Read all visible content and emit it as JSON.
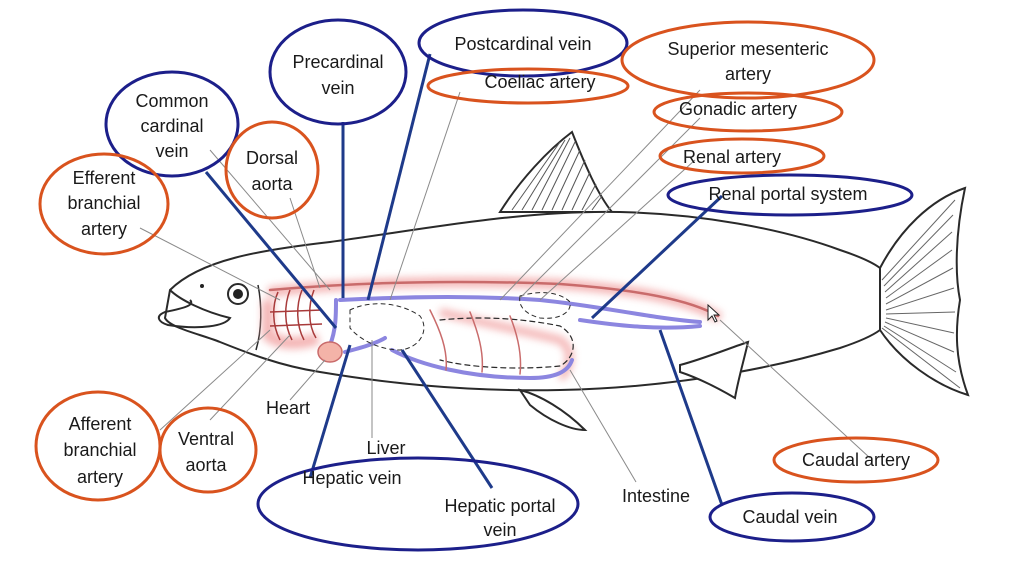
{
  "colors": {
    "artery_outline": "#d9531e",
    "vein_outline": "#1c1f8a",
    "vein_vessel": "#8c86e0",
    "artery_glow": "#f2a7a7",
    "pointer_line": "#1e3a8a",
    "fish_outline": "#2a2a2a",
    "heart_fill": "#f4b3a8"
  },
  "labels": {
    "postcardinal_vein": "Postcardinal vein",
    "coeliac_artery": "Coeliac artery",
    "superior_mesenteric_artery_l1": "Superior mesenteric",
    "superior_mesenteric_artery_l2": "artery",
    "gonadic_artery": "Gonadic artery",
    "renal_artery": "Renal artery",
    "renal_portal_system": "Renal portal system",
    "precardinal_vein_l1": "Precardinal",
    "precardinal_vein_l2": "vein",
    "common_cardinal_vein_l1": "Common",
    "common_cardinal_vein_l2": "cardinal",
    "common_cardinal_vein_l3": "vein",
    "dorsal_aorta_l1": "Dorsal",
    "dorsal_aorta_l2": "aorta",
    "efferent_branchial_artery_l1": "Efferent",
    "efferent_branchial_artery_l2": "branchial",
    "efferent_branchial_artery_l3": "artery",
    "afferent_branchial_artery_l1": "Afferent",
    "afferent_branchial_artery_l2": "branchial",
    "afferent_branchial_artery_l3": "artery",
    "ventral_aorta_l1": "Ventral",
    "ventral_aorta_l2": "aorta",
    "heart": "Heart",
    "liver": "Liver",
    "hepatic_vein": "Hepatic vein",
    "hepatic_portal_vein_l1": "Hepatic portal",
    "hepatic_portal_vein_l2": "vein",
    "intestine": "Intestine",
    "caudal_artery": "Caudal artery",
    "caudal_vein": "Caudal vein"
  }
}
